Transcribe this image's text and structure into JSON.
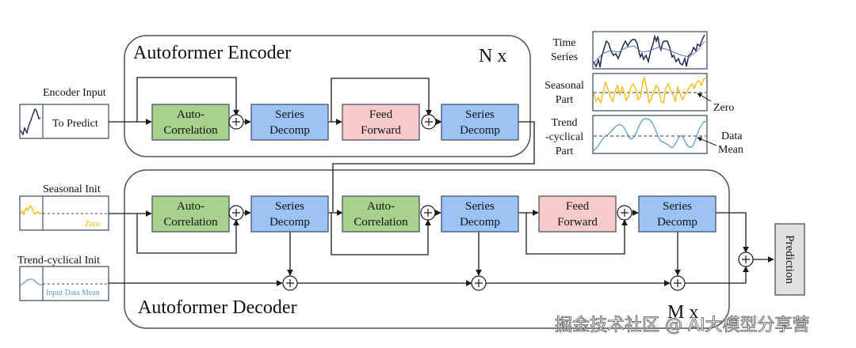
{
  "encoder": {
    "title": "Autoformer Encoder",
    "repeat": "N x",
    "blocks": [
      {
        "id": "enc-autocorr",
        "line1": "Auto-",
        "line2": "Correlation",
        "kind": "autocorr"
      },
      {
        "id": "enc-decomp1",
        "line1": "Series",
        "line2": "Decomp",
        "kind": "decomp"
      },
      {
        "id": "enc-ff",
        "line1": "Feed",
        "line2": "Forward",
        "kind": "ff"
      },
      {
        "id": "enc-decomp2",
        "line1": "Series",
        "line2": "Decomp",
        "kind": "decomp"
      }
    ]
  },
  "decoder": {
    "title": "Autoformer Decoder",
    "repeat": "M x",
    "blocks": [
      {
        "id": "dec-autocorr1",
        "line1": "Auto-",
        "line2": "Correlation",
        "kind": "autocorr"
      },
      {
        "id": "dec-decomp1",
        "line1": "Series",
        "line2": "Decomp",
        "kind": "decomp"
      },
      {
        "id": "dec-autocorr2",
        "line1": "Auto-",
        "line2": "Correlation",
        "kind": "autocorr"
      },
      {
        "id": "dec-decomp2",
        "line1": "Series",
        "line2": "Decomp",
        "kind": "decomp"
      },
      {
        "id": "dec-ff",
        "line1": "Feed",
        "line2": "Forward",
        "kind": "ff"
      },
      {
        "id": "dec-decomp3",
        "line1": "Series",
        "line2": "Decomp",
        "kind": "decomp"
      }
    ]
  },
  "inputs": {
    "encoder_input": {
      "label": "Encoder Input",
      "text": "To Predict"
    },
    "seasonal_init": {
      "label": "Seasonal Init",
      "text": "Zero"
    },
    "trend_init": {
      "label": "Trend-cyclical Init",
      "text": "Input Data Mean"
    }
  },
  "output": {
    "label": "Prediction"
  },
  "legend": {
    "time_series": {
      "line1": "Time",
      "line2": "Series"
    },
    "seasonal": {
      "line1": "Seasonal",
      "line2": "Part"
    },
    "trend": {
      "line1": "Trend",
      "line2": "-cyclical",
      "line3": "Part"
    },
    "zero_label": "Zero",
    "mean_label_1": "Data",
    "mean_label_2": "Mean"
  },
  "watermark": "掘金技术社区 @ AI大模型分享营",
  "colors": {
    "autocorr": "#a9d18e",
    "decomp": "#9dc3f5",
    "ff": "#f8cbcb",
    "prediction": "#e0e0e0",
    "frame": "#44546a",
    "line": "#1a1a1a",
    "seasonal": "#f5b800",
    "trend": "#5b9bd5",
    "series": "#1f2a4d"
  }
}
